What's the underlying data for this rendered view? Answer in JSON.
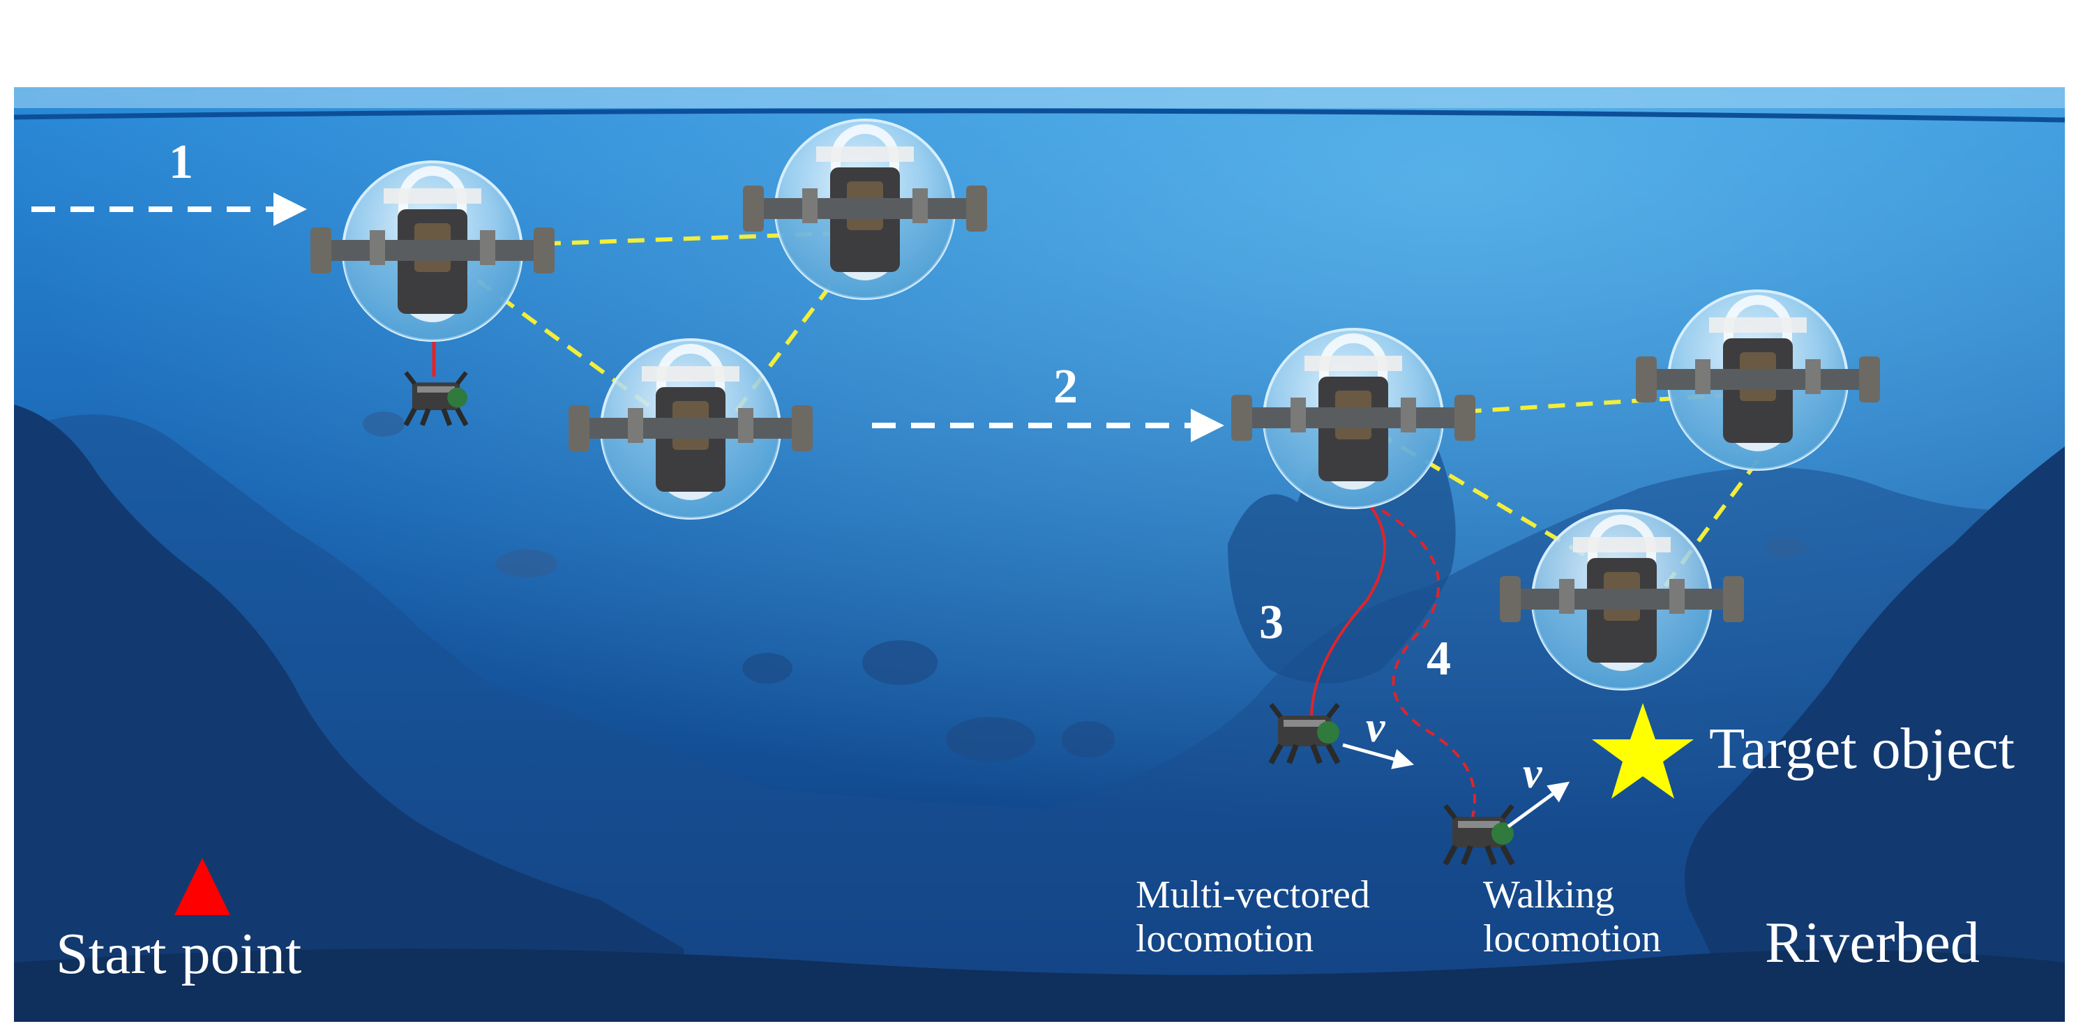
{
  "labels": {
    "step1": "1",
    "step2": "2",
    "step3": "3",
    "step4": "4",
    "start_point": "Start point",
    "target_object": "Target object",
    "riverbed": "Riverbed",
    "multi_vectored_line1": "Multi-vectored",
    "multi_vectored_line2": "locomotion",
    "walking_line1": "Walking",
    "walking_line2": "locomotion",
    "velocity_1": "v",
    "velocity_2": "v"
  },
  "colors": {
    "sky": "#ffffff",
    "water_top": "#1f7fd0",
    "water_bottom": "#0d3a78",
    "reef_dark": "#123a6e",
    "formation_link": "#f2ee3a",
    "tether": "#e0242a",
    "path_arrow": "#ffffff",
    "start_marker": "#ff0000",
    "target_star": "#ffff00"
  },
  "icons": [
    "spherical-robot-icon",
    "amphibious-robot-icon",
    "start-triangle-icon",
    "target-star-icon"
  ]
}
